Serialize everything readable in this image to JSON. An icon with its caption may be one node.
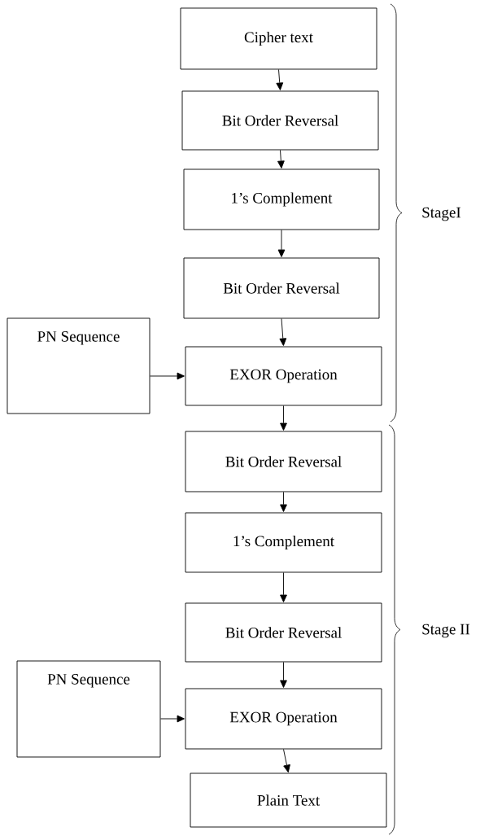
{
  "diagram": {
    "nodes": [
      {
        "text": [
          "Cipher text"
        ]
      },
      {
        "text": [
          "Bit Order Reversal"
        ]
      },
      {
        "text": [
          "1’s Complement"
        ]
      },
      {
        "text": [
          "Bit Order Reversal"
        ]
      },
      {
        "text": [
          "PN Sequence"
        ]
      },
      {
        "text": [
          "EXOR Operation"
        ]
      },
      {
        "text": [
          "Bit Order Reversal"
        ]
      },
      {
        "text": [
          "1’s Complement"
        ]
      },
      {
        "text": [
          "Bit Order Reversal"
        ]
      },
      {
        "text": [
          "PN Sequence"
        ]
      },
      {
        "text": [
          "EXOR Operation"
        ]
      },
      {
        "text": [
          "Plain Text"
        ]
      }
    ],
    "edges": [
      {
        "from": 0,
        "to": 1,
        "arrow": "to"
      },
      {
        "from": 1,
        "to": 2,
        "arrow": "to"
      },
      {
        "from": 2,
        "to": 3,
        "arrow": "to"
      },
      {
        "from": 3,
        "to": 5,
        "arrow": "to"
      },
      {
        "from": 4,
        "to": 5,
        "arrow": "to"
      },
      {
        "from": 5,
        "to": 6,
        "arrow": "to"
      },
      {
        "from": 6,
        "to": 7,
        "arrow": "to"
      },
      {
        "from": 7,
        "to": 8,
        "arrow": "to"
      },
      {
        "from": 8,
        "to": 10,
        "arrow": "to"
      },
      {
        "from": 9,
        "to": 10,
        "arrow": "to"
      },
      {
        "from": 10,
        "to": 11,
        "arrow": "to"
      }
    ],
    "labels": [
      "StageI",
      "Stage II"
    ]
  }
}
